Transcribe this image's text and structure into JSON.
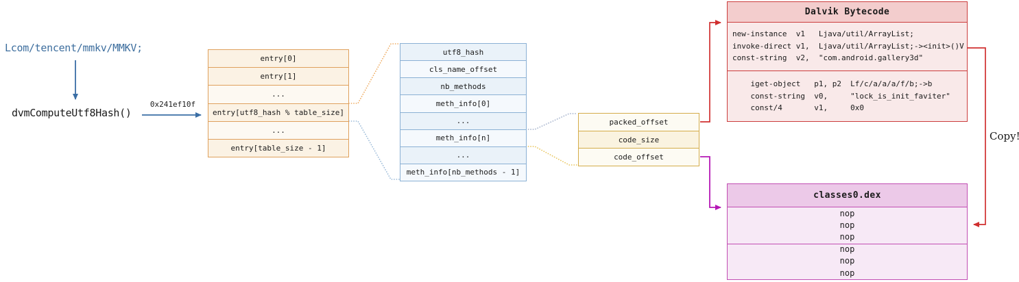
{
  "palette": {
    "flow_blue": "#3a6ea5",
    "orange_border": "#dfa05c",
    "blue_border": "#8ab0d4",
    "gold_border": "#d4ac49",
    "red_border": "#cb3c3c",
    "magenta_border": "#c14cb2",
    "red_arrow": "#d02f2f",
    "magenta_arrow": "#b517b5"
  },
  "lookup_flow": {
    "class_descriptor": "Lcom/tencent/mmkv/MMKV;",
    "hash_function": "dvmComputeUtf8Hash()",
    "hash_value": "0x241ef10f"
  },
  "hash_entry_table": {
    "rows": [
      "entry[0]",
      "entry[1]",
      "...",
      "entry[utf8_hash % table_size]",
      "...",
      "entry[table_size - 1]"
    ]
  },
  "class_entry_table": {
    "rows": [
      "utf8_hash",
      "cls_name_offset",
      "nb_methods",
      "meth_info[0]",
      "...",
      "meth_info[n]",
      "...",
      "meth_info[nb_methods - 1]"
    ]
  },
  "method_info_table": {
    "rows": [
      "packed_offset",
      "code_size",
      "code_offset"
    ]
  },
  "dalvik_bytecode_box": {
    "title": "Dalvik Bytecode",
    "section1_lines": [
      "new-instance  v1   Ljava/util/ArrayList;",
      "invoke-direct v1,  Ljava/util/ArrayList;-><init>()V",
      "const-string  v2,  \"com.android.gallery3d\""
    ],
    "section2_lines": [
      "    iget-object   p1, p2  Lf/c/a/a/a/f/b;->b",
      "    const-string  v0,     \"lock_is_init_faviter\"",
      "    const/4       v1,     0x0"
    ]
  },
  "dex_box": {
    "title": "classes0.dex",
    "section1_lines": [
      "nop",
      "nop",
      "nop"
    ],
    "section2_lines": [
      "nop",
      "nop",
      "nop"
    ]
  },
  "copy_label": "Copy!"
}
